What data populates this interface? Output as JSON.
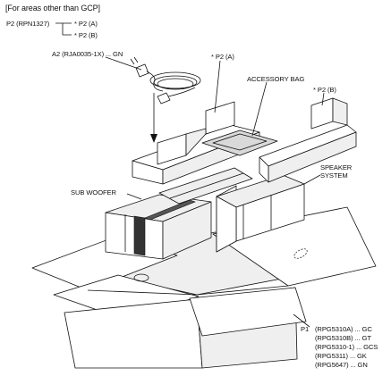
{
  "header": {
    "note": "[For areas other than GCP]"
  },
  "p2_breakdown": {
    "parent": "P2 (RPN1327)",
    "children": [
      "* P2 (A)",
      "* P2 (B)"
    ]
  },
  "labels": {
    "power_cord": "A2 (RJA0035-1X) ... GN",
    "p2a": "* P2 (A)",
    "p2b": "* P2 (B)",
    "accessory_bag": "ACCESSORY BAG",
    "speaker_system": [
      "SPEAKER",
      "SYSTEM"
    ],
    "sub_woofer": "SUB WOOFER"
  },
  "carton": {
    "part": "P1",
    "codes": [
      "(RPG5310A) ... GC",
      "(RPG5310B) ... GT",
      "(RPG5310-1) ... GCS",
      "(RPG5311) ... GK",
      "(RPG5647) ... GN"
    ]
  }
}
